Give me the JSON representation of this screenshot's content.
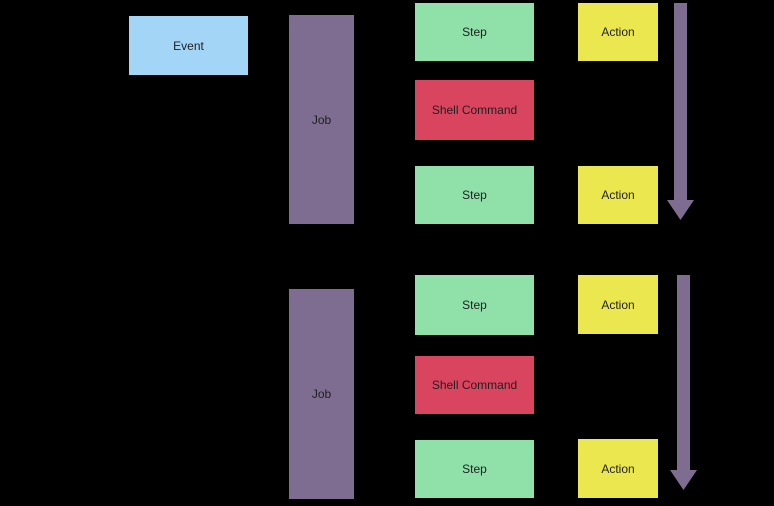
{
  "palette": {
    "background": "#000000",
    "event_blue": "#a3d5f7",
    "job_purple": "#7e6d90",
    "step_green": "#90e0aa",
    "shell_red": "#d9455e",
    "action_yellow": "#ebe74e",
    "arrow_purple": "#7e6d90",
    "label_text": "#1f1f1f"
  },
  "groups": [
    {
      "event": {
        "label": "Event"
      },
      "job": {
        "label": "Job"
      },
      "steps": [
        {
          "label": "Step",
          "kind": "step"
        },
        {
          "label": "Shell Command",
          "kind": "shell-command"
        },
        {
          "label": "Step",
          "kind": "step"
        }
      ],
      "actions": [
        {
          "label": "Action"
        },
        {
          "label": "Action"
        }
      ],
      "arrow": {
        "direction": "down"
      }
    },
    {
      "job": {
        "label": "Job"
      },
      "steps": [
        {
          "label": "Step",
          "kind": "step"
        },
        {
          "label": "Shell Command",
          "kind": "shell-command"
        },
        {
          "label": "Step",
          "kind": "step"
        }
      ],
      "actions": [
        {
          "label": "Action"
        },
        {
          "label": "Action"
        }
      ],
      "arrow": {
        "direction": "down"
      }
    }
  ]
}
